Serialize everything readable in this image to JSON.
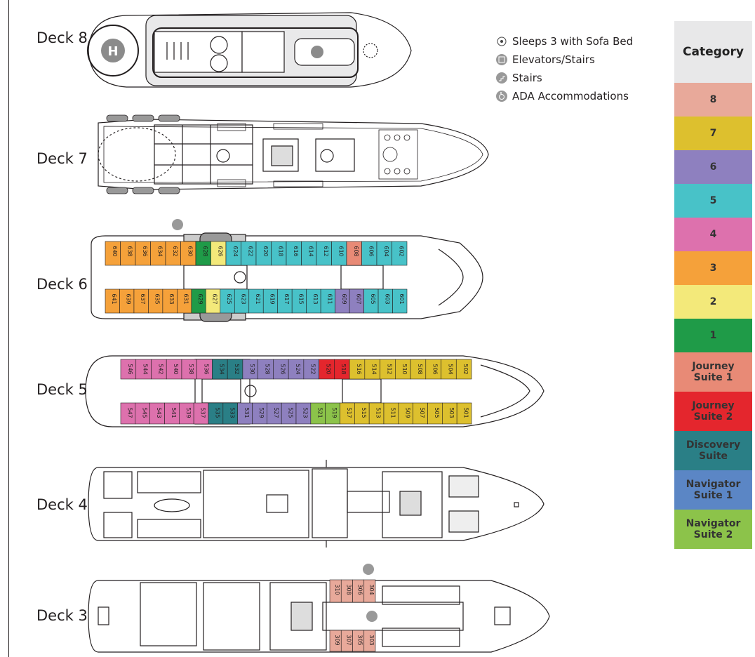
{
  "decks": [
    {
      "label": "Deck 8"
    },
    {
      "label": "Deck 7"
    },
    {
      "label": "Deck 6"
    },
    {
      "label": "Deck 5"
    },
    {
      "label": "Deck 4"
    },
    {
      "label": "Deck 3"
    }
  ],
  "helipad_letter": "H",
  "legend": [
    {
      "icon": "sofa-bed-icon",
      "label": "Sleeps 3 with Sofa Bed"
    },
    {
      "icon": "elevator-stairs-icon",
      "label": "Elevators/Stairs"
    },
    {
      "icon": "stairs-icon",
      "label": "Stairs"
    },
    {
      "icon": "ada-icon",
      "label": "ADA Accommodations"
    }
  ],
  "category_header": "Category",
  "categories": [
    {
      "label": "8",
      "color": "#e8a99a"
    },
    {
      "label": "7",
      "color": "#ddc02e"
    },
    {
      "label": "6",
      "color": "#8e80bf"
    },
    {
      "label": "5",
      "color": "#48c2c8"
    },
    {
      "label": "4",
      "color": "#dd71ad"
    },
    {
      "label": "3",
      "color": "#f5a13a"
    },
    {
      "label": "2",
      "color": "#f3e97a"
    },
    {
      "label": "1",
      "color": "#1f9b48"
    },
    {
      "label": "Journey Suite 1",
      "color": "#e88a76"
    },
    {
      "label": "Journey Suite 2",
      "color": "#e4262d"
    },
    {
      "label": "Discovery Suite",
      "color": "#2a7f86"
    },
    {
      "label": "Navigator Suite 1",
      "color": "#5b86c5"
    },
    {
      "label": "Navigator Suite 2",
      "color": "#8cc34a"
    }
  ],
  "cabins": {
    "deck6_top": [
      "640",
      "638",
      "636",
      "634",
      "632",
      "630",
      "628",
      "626",
      "624",
      "622",
      "620",
      "618",
      "616",
      "614",
      "612",
      "610",
      "608",
      "606",
      "604",
      "602"
    ],
    "deck6_bottom": [
      "641",
      "639",
      "637",
      "635",
      "633",
      "631",
      "629",
      "627",
      "625",
      "623",
      "621",
      "619",
      "617",
      "615",
      "613",
      "611",
      "609",
      "607",
      "605",
      "603",
      "601"
    ],
    "deck5_top": [
      "546",
      "544",
      "542",
      "540",
      "538",
      "536",
      "534",
      "532",
      "530",
      "528",
      "526",
      "524",
      "522",
      "520",
      "518",
      "516",
      "514",
      "512",
      "510",
      "508",
      "506",
      "504",
      "502"
    ],
    "deck5_bottom": [
      "547",
      "545",
      "543",
      "541",
      "539",
      "537",
      "535",
      "533",
      "531",
      "529",
      "527",
      "525",
      "523",
      "521",
      "519",
      "517",
      "515",
      "513",
      "511",
      "509",
      "507",
      "505",
      "503",
      "501"
    ],
    "deck3_top": [
      "310",
      "308",
      "306",
      "304"
    ],
    "deck3_bottom": [
      "309",
      "307",
      "305",
      "303"
    ]
  }
}
